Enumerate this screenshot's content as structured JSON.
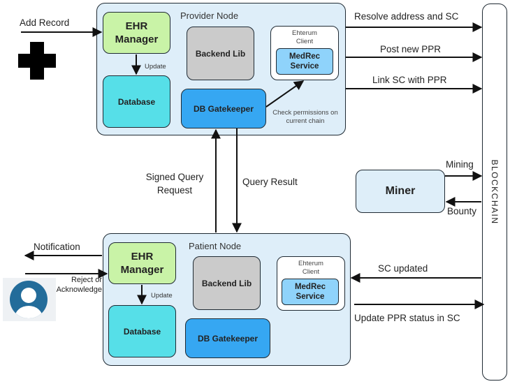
{
  "provider": {
    "title": "Provider Node",
    "ehr_manager": "EHR Manager",
    "update": "Update",
    "database": "Database",
    "backend_lib": "Backend Lib",
    "client_label": "Ehterum Client",
    "medrec": "MedRec Service",
    "gatekeeper": "DB Gatekeeper",
    "check_permissions": "Check permissions on current chain"
  },
  "patient": {
    "title": "Patient Node",
    "ehr_manager": "EHR Manager",
    "update": "Update",
    "database": "Database",
    "backend_lib": "Backend Lib",
    "client_label": "Ehterum Client",
    "medrec": "MedRec Service",
    "gatekeeper": "DB Gatekeeper"
  },
  "miner": "Miner",
  "blockchain": "BLOCKCHAIN",
  "flows": {
    "add_record": "Add Record",
    "resolve": "Resolve address and SC",
    "post_ppr": "Post new PPR",
    "link_sc": "Link SC with PPR",
    "mining": "Mining",
    "bounty": "Bounty",
    "signed_query": "Signed Query Request",
    "query_result": "Query Result",
    "notification": "Notification",
    "reject_ack": "Reject or Acknowledge",
    "sc_updated": "SC updated",
    "update_ppr": "Update PPR status in SC"
  },
  "icons": {
    "medical": "medical-cross-icon",
    "patient": "user-avatar-icon"
  }
}
